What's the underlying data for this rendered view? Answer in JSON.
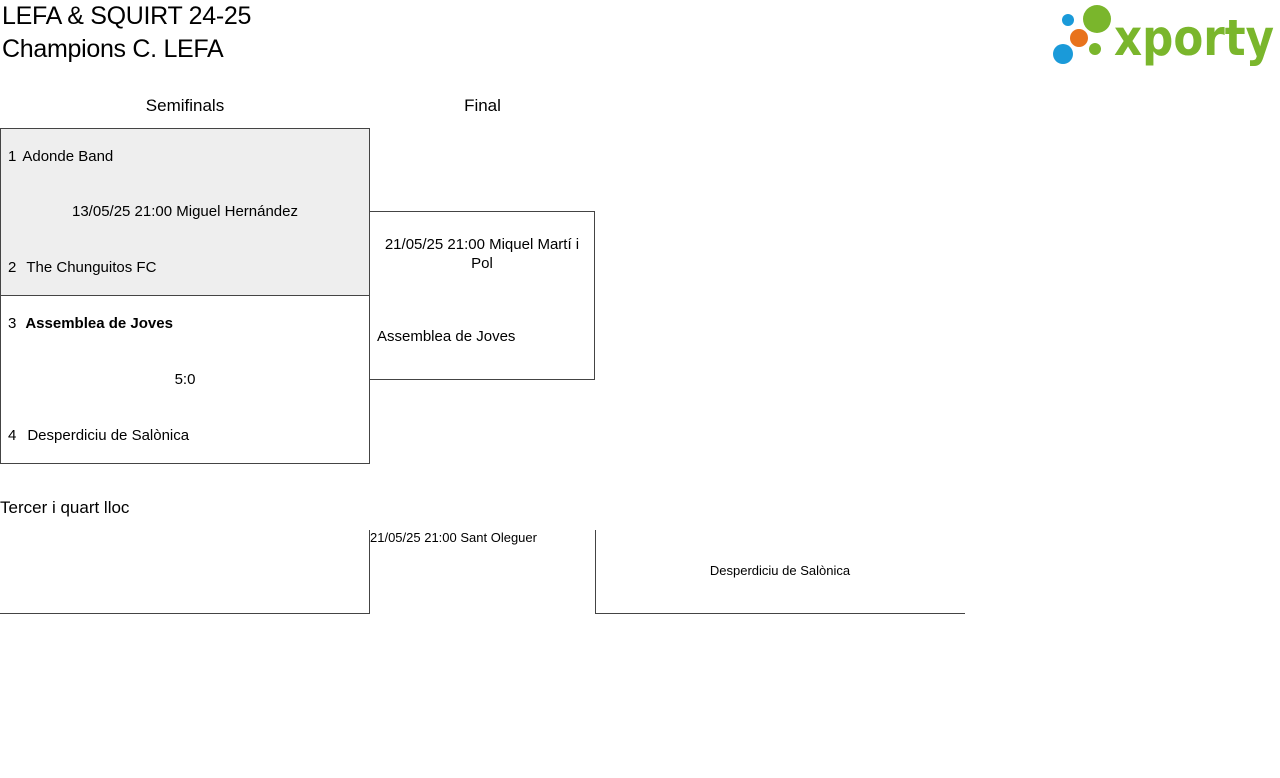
{
  "header": {
    "title_line1": "LEFA & SQUIRT 24-25",
    "title_line2": "Champions C. LEFA",
    "logo_text": "xporty",
    "logo_colors": {
      "green": "#7ab62c",
      "blue": "#1a9ad9",
      "orange": "#e8731c"
    }
  },
  "rounds": {
    "semifinals_label": "Semifinals",
    "final_label": "Final"
  },
  "semifinals": [
    {
      "team1": {
        "seed": "1",
        "name": "Adonde Band"
      },
      "info": "13/05/25 21:00 Miguel Hernández",
      "team2": {
        "seed": "2",
        "name": "The Chunguitos FC"
      }
    },
    {
      "team1": {
        "seed": "3",
        "name": "Assemblea de Joves"
      },
      "info": "5:0",
      "team2": {
        "seed": "4",
        "name": "Desperdiciu de Salònica"
      }
    }
  ],
  "final": {
    "info": "21/05/25 21:00 Miquel Martí i Pol",
    "team": "Assemblea de Joves"
  },
  "third_place": {
    "label": "Tercer i quart lloc",
    "info": "21/05/25 21:00 Sant Oleguer",
    "team": "Desperdiciu de Salònica"
  }
}
